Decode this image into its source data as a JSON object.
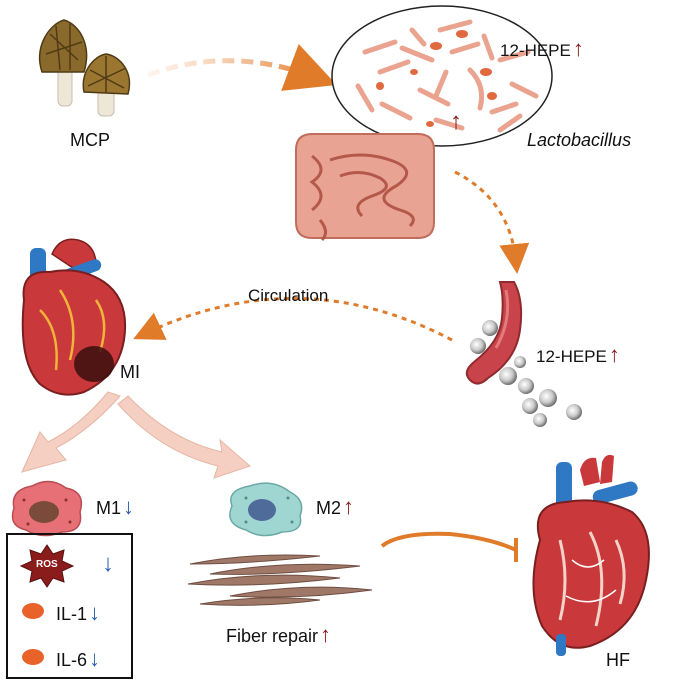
{
  "labels": {
    "mcp": "MCP",
    "hepe_top": "12-HEPE",
    "lactobacillus": "Lactobacillus",
    "circulation": "Circulation",
    "hepe_vessel": "12-HEPE",
    "mi": "MI",
    "m1": "M1",
    "m2": "M2",
    "fiber_repair": "Fiber repair",
    "hf": "HF"
  },
  "legend": {
    "items": [
      {
        "label": "ROS",
        "direction": "down"
      },
      {
        "label": "IL-1",
        "direction": "down"
      },
      {
        "label": "IL-6",
        "direction": "down"
      }
    ]
  },
  "arrows": {
    "up_symbol": "↑",
    "down_symbol": "↓"
  },
  "colors": {
    "dashed_arrow": "#e07b2a",
    "inhibit_line": "#e07b2a",
    "up_arrow": "#8b1c1c",
    "down_arrow": "#2a5db0",
    "heart_red": "#c9383a",
    "vessel_blue": "#2f78c4"
  }
}
